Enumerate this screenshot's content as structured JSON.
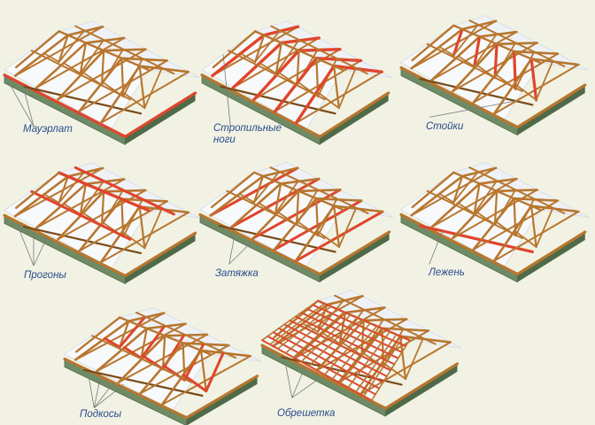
{
  "diagram": {
    "colors": {
      "background": "#f1f2e4",
      "timber": "#b8762e",
      "timber_dark": "#7a4a18",
      "highlight": "#e0452c",
      "wall": "#6f8b66",
      "wall_dark": "#4f6a49",
      "roof_plane": "#f7f9fb",
      "leader": "#7a7a7a",
      "caption": "#2a4a8a"
    },
    "panels": [
      {
        "id": "mauerlat",
        "caption": "Мауэрлат",
        "highlight": "mauerlat"
      },
      {
        "id": "rafters",
        "caption_line1": "Стропильные",
        "caption_line2": "ноги",
        "highlight": "rafters"
      },
      {
        "id": "posts",
        "caption": "Стойки",
        "highlight": "posts"
      },
      {
        "id": "purlins",
        "caption": "Прогоны",
        "highlight": "purlins"
      },
      {
        "id": "tie",
        "caption": "Затяжка",
        "highlight": "tie"
      },
      {
        "id": "sill",
        "caption": "Лежень",
        "highlight": "sill"
      },
      {
        "id": "struts",
        "caption": "Подкосы",
        "highlight": "struts"
      },
      {
        "id": "lathing",
        "caption": "Обрешетка",
        "highlight": "lathing"
      }
    ]
  }
}
